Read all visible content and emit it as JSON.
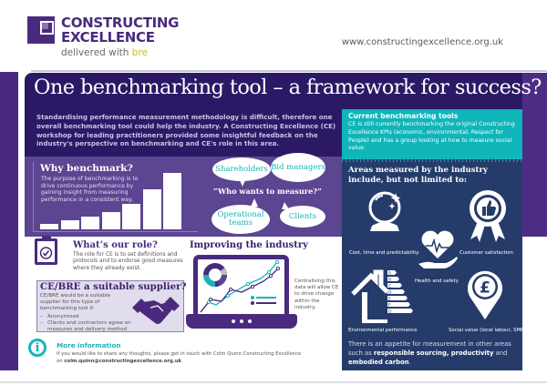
{
  "header": {
    "logo_line1": "CONSTRUCTING",
    "logo_line2": "EXCELLENCE",
    "logo_tagline_prefix": "delivered with ",
    "logo_tagline_brand": "bre",
    "website": "www.constructingexcellence.org.uk"
  },
  "title": "One benchmarking tool – a framework for success?",
  "intro": "Standardising performance measurement methodology is difficult, therefore one overall benchmarking tool could help the industry. A Constructing Excellence (CE) workshop for leading practitioners provided some insightful feedback on the industry's perspective on benchmarking and CE's role in this area.",
  "current_tools": {
    "title": "Current benchmarking tools",
    "text": "CE is still currently benchmarking the original Constructing Excellence KPIs (economic, environmental, Respect for People) and has a group looking at how to measure social value."
  },
  "why_benchmark": {
    "title": "Why benchmark?",
    "text": "The purpose of benchmarking is to drive continuous performance by gaining insight from measuring performance in a consistent way.",
    "bars": [
      6,
      10,
      14,
      19,
      28,
      44,
      62
    ]
  },
  "who_measures": {
    "question": "“Who wants to measure?”",
    "bubbles": [
      "Shareholders",
      "Bid managers",
      "Operational teams",
      "Clients"
    ]
  },
  "areas": {
    "title": "Areas measured by the industry include, but not limited to:",
    "items": [
      {
        "label": "Cost, time and predictability",
        "icon": "crystal-ball-icon"
      },
      {
        "label": "Customer satisfaction",
        "icon": "thumbs-up-rosette-icon"
      },
      {
        "label": "Health and safety",
        "icon": "heart-hand-icon"
      },
      {
        "label": "Environmental performance",
        "icon": "energy-rating-house-icon"
      },
      {
        "label": "Social value (local labour, SMEs)",
        "icon": "pound-location-pin-icon"
      }
    ],
    "energy_grades": [
      "A",
      "B",
      "C",
      "D",
      "E",
      "F",
      "G"
    ],
    "appetite_prefix": "There is an appetite for measurement in other areas such as ",
    "appetite_bold1": "responsible sourcing, productivity",
    "appetite_mid": " and ",
    "appetite_bold2": "embodied carbon",
    "appetite_suffix": "."
  },
  "role": {
    "title": "What’s our role?",
    "text": "The role for CE is to set definitions and protocols and to endorse good measures where they already exist."
  },
  "supplier": {
    "title": "CE/BRE a suitable supplier?",
    "text": "CE/BRE would be a suitable supplier for this type of benchmarking tool if:",
    "bullets": [
      "Anonymised",
      "Clients and contractors agree on measures and delivery method"
    ]
  },
  "improving": {
    "title": "Improving the industry",
    "text": "Centralising this data will allow CE to drive change within the industry."
  },
  "more_info": {
    "title": "More information",
    "text": "If you would like to share any thoughts, please get in touch with Colm Quinn Constructing Excellence",
    "email_prefix": "on ",
    "email": "colm.quinn@constructingexcellence.org.uk"
  },
  "colors": {
    "brand_purple": "#4a2a7e",
    "dark_navy_purple": "#2b1966",
    "mid_purple": "#5c4591",
    "teal": "#17b5bb",
    "navy": "#253c6b",
    "bre_yellow": "#c8c01f"
  }
}
